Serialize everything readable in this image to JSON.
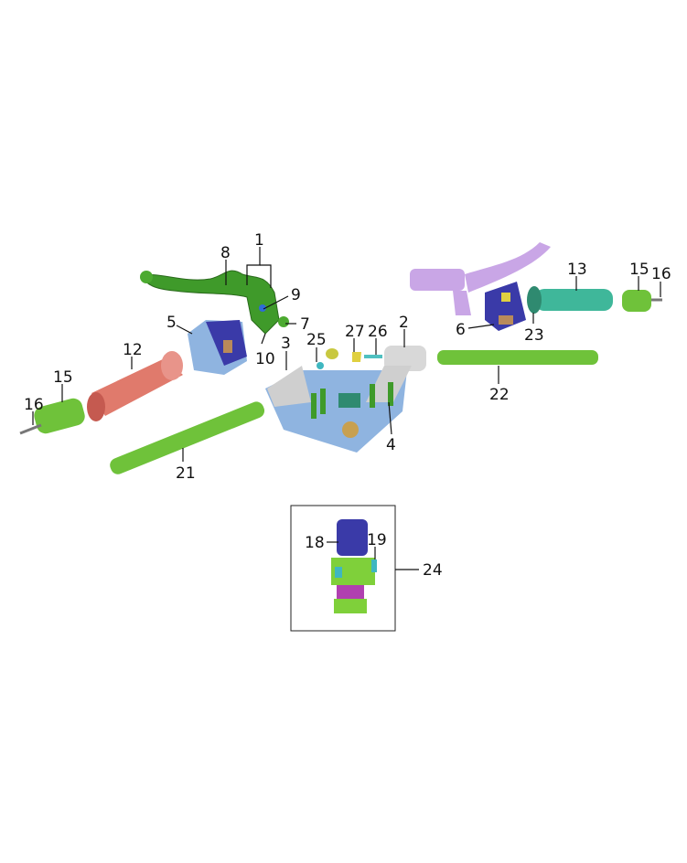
{
  "diagram": {
    "callouts": {
      "c1": "1",
      "c2": "2",
      "c3": "3",
      "c4": "4",
      "c5": "5",
      "c6": "6",
      "c7": "7",
      "c8": "8",
      "c9": "9",
      "c10": "10",
      "c12": "12",
      "c13": "13",
      "c15a": "15",
      "c15b": "15",
      "c16a": "16",
      "c16b": "16",
      "c18": "18",
      "c19": "19",
      "c21": "21",
      "c22": "22",
      "c23": "23",
      "c24": "24",
      "c25": "25",
      "c26": "26",
      "c27": "27"
    },
    "colors": {
      "green": "#3f9a2a",
      "lightgreen": "#7fd03a",
      "blue": "#3a3aa8",
      "salmon": "#e07a6c",
      "teal": "#3fb79a",
      "silver": "#cfcfcf",
      "lightblue": "#8fb4e0",
      "lilac": "#c9a6e6"
    }
  }
}
